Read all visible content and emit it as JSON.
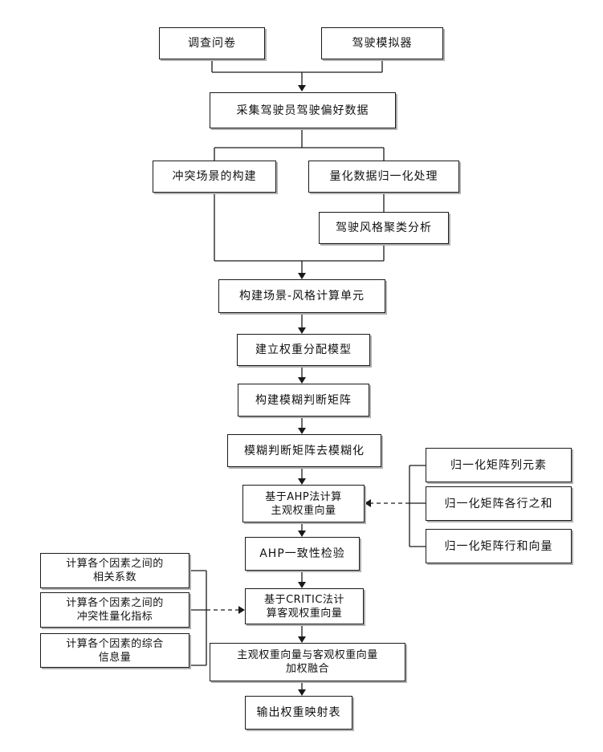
{
  "nodes": {
    "survey": "调查问卷",
    "simulator": "驾驶模拟器",
    "collect": "采集驾驶员驾驶偏好数据",
    "conflict_scene": "冲突场景的构建",
    "normalize": "量化数据归一化处理",
    "cluster": "驾驶风格聚类分析",
    "unit": "构建场景-风格计算单元",
    "weight_model": "建立权重分配模型",
    "fuzzy_matrix": "构建模糊判断矩阵",
    "defuzzify": "模糊判断矩阵去模糊化",
    "ahp_calc": "基于AHP法计算\n主观权重向量",
    "ahp_check": "AHP一致性检验",
    "critic_calc": "基于CRITIC法计\n算客观权重向量",
    "fusion": "主观权重向量与客观权重向量\n加权融合",
    "output": "输出权重映射表",
    "norm_col": "归一化矩阵列元素",
    "norm_row_sum": "归一化矩阵各行之和",
    "norm_row_vec": "归一化矩阵行和向量",
    "corr": "计算各个因素之间的\n相关系数",
    "conflict_idx": "计算各个因素之间的\n冲突性量化指标",
    "info": "计算各个因素的综合\n信息量"
  }
}
